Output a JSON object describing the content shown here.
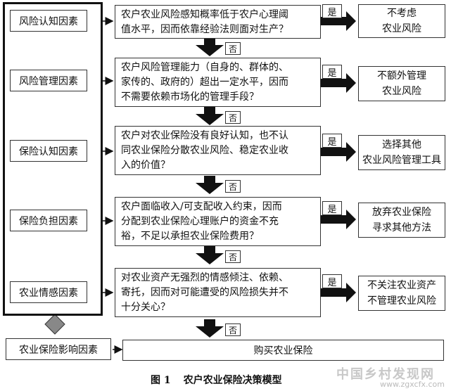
{
  "factors": [
    {
      "label": "风险认知因素"
    },
    {
      "label": "风险管理因素"
    },
    {
      "label": "保险认知因素"
    },
    {
      "label": "保险负担因素"
    },
    {
      "label": "农业情感因素"
    }
  ],
  "questions": [
    {
      "lines": [
        "农户农业风险感知概率低于农户心理阈",
        "值水平，因而依靠经验法则面对生产？"
      ]
    },
    {
      "lines": [
        "农户风险管理能力（自身的、群体的、",
        "家传的、政府的）超出一定水平，因而",
        "不需要依赖市场化的管理手段？"
      ]
    },
    {
      "lines": [
        "农户对农业保险没有良好认知，也不认",
        "同农业保险分散农业风险、稳定农业收",
        "入的价值？"
      ]
    },
    {
      "lines": [
        "农户面临收入/可支配收入约束，因而",
        "分配到农业保险心理账户的资金不充",
        "裕，不足以承担农业保险费用？"
      ]
    },
    {
      "lines": [
        "对农业资产无强烈的情感倾注、依赖、",
        "寄托，因而对可能遭受的风险损失并不",
        "十分关心？"
      ]
    }
  ],
  "yes_label": "是",
  "no_label": "否",
  "results": [
    {
      "lines": [
        "不考虑",
        "农业风险"
      ]
    },
    {
      "lines": [
        "不额外管理",
        "农业风险"
      ]
    },
    {
      "lines": [
        "选择其他",
        "农业风险管理工具"
      ]
    },
    {
      "lines": [
        "放弃农业保险",
        "寻求其他方法"
      ]
    },
    {
      "lines": [
        "不关注农业资产",
        "不管理农业风险"
      ]
    }
  ],
  "summary_label": "农业保险影响因素",
  "final_label": "购买农业保险",
  "caption": {
    "number": "图 1",
    "title": "农户农业保险决策模型"
  },
  "watermark": {
    "text": "中国乡村发现网",
    "url": "www.zgxcfx.com"
  }
}
